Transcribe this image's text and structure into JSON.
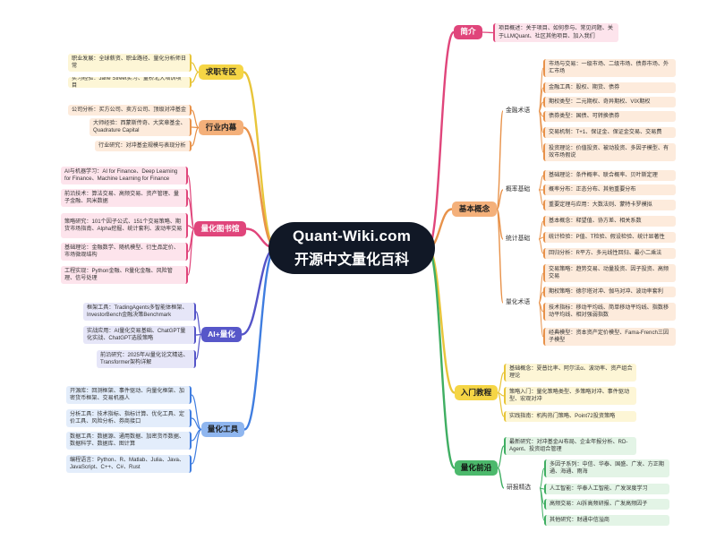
{
  "center": {
    "title": "Quant-Wiki.com",
    "subtitle": "开源中文量化百科"
  },
  "branches": [
    {
      "key": "intro",
      "label": "简介",
      "side": "right",
      "color": "#e0457b",
      "bg": "#e0457b",
      "fg": "#ffffff",
      "leafBg": "#fde4ec",
      "children": [
        {
          "label": "项目概述：关于项目、如何参与、常见问题、关于LLMQuant、社区其他项目、加入我们"
        }
      ]
    },
    {
      "key": "concepts",
      "label": "基本概念",
      "side": "right",
      "color": "#e8924a",
      "bg": "#f4b07a",
      "fg": "#222222",
      "leafBg": "#fdebdc",
      "children": [
        {
          "label": "金融术语",
          "children": [
            {
              "label": "市场与交易：一级市场、二级市场、债券市场、外汇市场"
            },
            {
              "label": "金融工具：股权、期货、债券"
            },
            {
              "label": "期权类型：二元期权、奇异期权、VIX期权"
            },
            {
              "label": "债券类型：国债、可转换债券"
            },
            {
              "label": "交易机制：T+1、保证金、保证金交易、交易费"
            },
            {
              "label": "投资理论：价值投资、被动投资、多因子模型、有效市场假说"
            }
          ]
        },
        {
          "label": "概率基础",
          "children": [
            {
              "label": "基础理论：条件概率、联合概率、贝叶斯定理"
            },
            {
              "label": "概率分布：正态分布、其他重要分布"
            },
            {
              "label": "重要定理与应用：大数法则、蒙特卡罗模拟"
            }
          ]
        },
        {
          "label": "统计基础",
          "children": [
            {
              "label": "基本概念：释望值、协方差、相关系数"
            },
            {
              "label": "统计检验：P值、T检验、假设检验、统计显著性"
            },
            {
              "label": "回归分析：R平方、多元线性回归、最小二乘法"
            }
          ]
        },
        {
          "label": "量化术语",
          "children": [
            {
              "label": "交易策略：趋势交易、动量投资、因子投资、高频交易"
            },
            {
              "label": "期权策略：德尔塔对冲、伽马对冲、波动率套利"
            },
            {
              "label": "技术指标：移动平均线、简单移动平均线、指数移动平均线、相对强弱指数"
            },
            {
              "label": "经典模型：资本资产定价模型、Fama-French三因子模型"
            }
          ]
        }
      ]
    },
    {
      "key": "tutorial",
      "label": "入门教程",
      "side": "right",
      "color": "#e8c53a",
      "bg": "#f5d545",
      "fg": "#222222",
      "leafBg": "#fdf6d6",
      "children": [
        {
          "label": "基础概念：夏普比率、阿尔法α、波动率、资产组合理论"
        },
        {
          "label": "策略入门：量化策略类型、多策略对冲、事件驱动型、宏观对冲"
        },
        {
          "label": "实践指南：机构热门策略、Point72投资策略"
        }
      ]
    },
    {
      "key": "frontier",
      "label": "量化前沿",
      "side": "right",
      "color": "#3fae62",
      "bg": "#4cb96c",
      "fg": "#111111",
      "leafBg": "#e3f4e6",
      "children": [
        {
          "label": "最新研究：对冲基金AI布局、企业年报分析、RD-Agent、投资组合管理"
        },
        {
          "label": "研报精选",
          "children": [
            {
              "label": "多因子系列：中信、华泰、国盛、广发、方正期通、海通、雨海"
            },
            {
              "label": "人工智能：华泰人工智能、广发深度学习"
            },
            {
              "label": "高频交易：AI拆高频研报、广发高频因子"
            },
            {
              "label": "其他研究：财通中信溢商"
            }
          ]
        }
      ]
    },
    {
      "key": "jobs",
      "label": "求职专区",
      "side": "left",
      "color": "#e8c53a",
      "bg": "#f5d545",
      "fg": "#222222",
      "leafBg": "#fdf6d6",
      "children": [
        {
          "label": "职业发展：全球薪资、职业路径、量化分析师日常"
        },
        {
          "label": "实习经验：Jane Street实习、量桥北大培训项目"
        }
      ]
    },
    {
      "key": "industry",
      "label": "行业内幕",
      "side": "left",
      "color": "#e8924a",
      "bg": "#f4b07a",
      "fg": "#222222",
      "leafBg": "#fdebdc",
      "children": [
        {
          "label": "公司分析：买方公司、卖方公司、顶级对冲基金"
        },
        {
          "label": "大师经验：西蒙斯传奇、大奖章基金、Quadrature Capital"
        },
        {
          "label": "行业研究：对冲基金规模与表现分析"
        }
      ]
    },
    {
      "key": "library",
      "label": "量化图书馆",
      "side": "left",
      "color": "#e0457b",
      "bg": "#e0457b",
      "fg": "#ffffff",
      "leafBg": "#fde4ec",
      "children": [
        {
          "label": "AI与机器学习：AI for Finance、Deep Learning for Finance、Machine Learning for Finance"
        },
        {
          "label": "前沿技术：算法交易、高频交易、资产管理、量子金融、风米数据"
        },
        {
          "label": "策略研究：101个因子公式、151个交易策略、期货市场指南、Alpha挖掘、统计套利、波动率交易"
        },
        {
          "label": "基础理论：金融数学、随机模型、衍生品定价、市场微观结构"
        },
        {
          "label": "工程实现：Python金融、R量化金融、风险管理、信号处理"
        }
      ]
    },
    {
      "key": "ai",
      "label": "AI+量化",
      "side": "left",
      "color": "#5454c8",
      "bg": "#5757c9",
      "fg": "#ffffff",
      "leafBg": "#e6e6f8",
      "children": [
        {
          "label": "框架工具：TradingAgents多智能体框架、InvestorBench金融决策Benchmark"
        },
        {
          "label": "实战应用：AI量化交易基础、ChatGPT量化实战、ChatGPT选股策略"
        },
        {
          "label": "前沿研究：2025年AI量化论文精选、Transformer架构详解"
        }
      ]
    },
    {
      "key": "tools",
      "label": "量化工具",
      "side": "left",
      "color": "#3f7de0",
      "bg": "#8fb6ef",
      "fg": "#1a1a1a",
      "leafBg": "#e3edfb",
      "children": [
        {
          "label": "开源库：回测框架、事件驱动、向量化框架、加密货币框架、交易机器人"
        },
        {
          "label": "分析工具：技术指标、指标计算、优化工具、定价工具、风险分析、券商接口"
        },
        {
          "label": "数据工具：数据源、通用数据、加密货币数据、数据科学、数据库、图计算"
        },
        {
          "label": "编程语言：Python、R、Matlab、Julia、Java、JavaScript、C++、C#、Rust"
        }
      ]
    }
  ]
}
